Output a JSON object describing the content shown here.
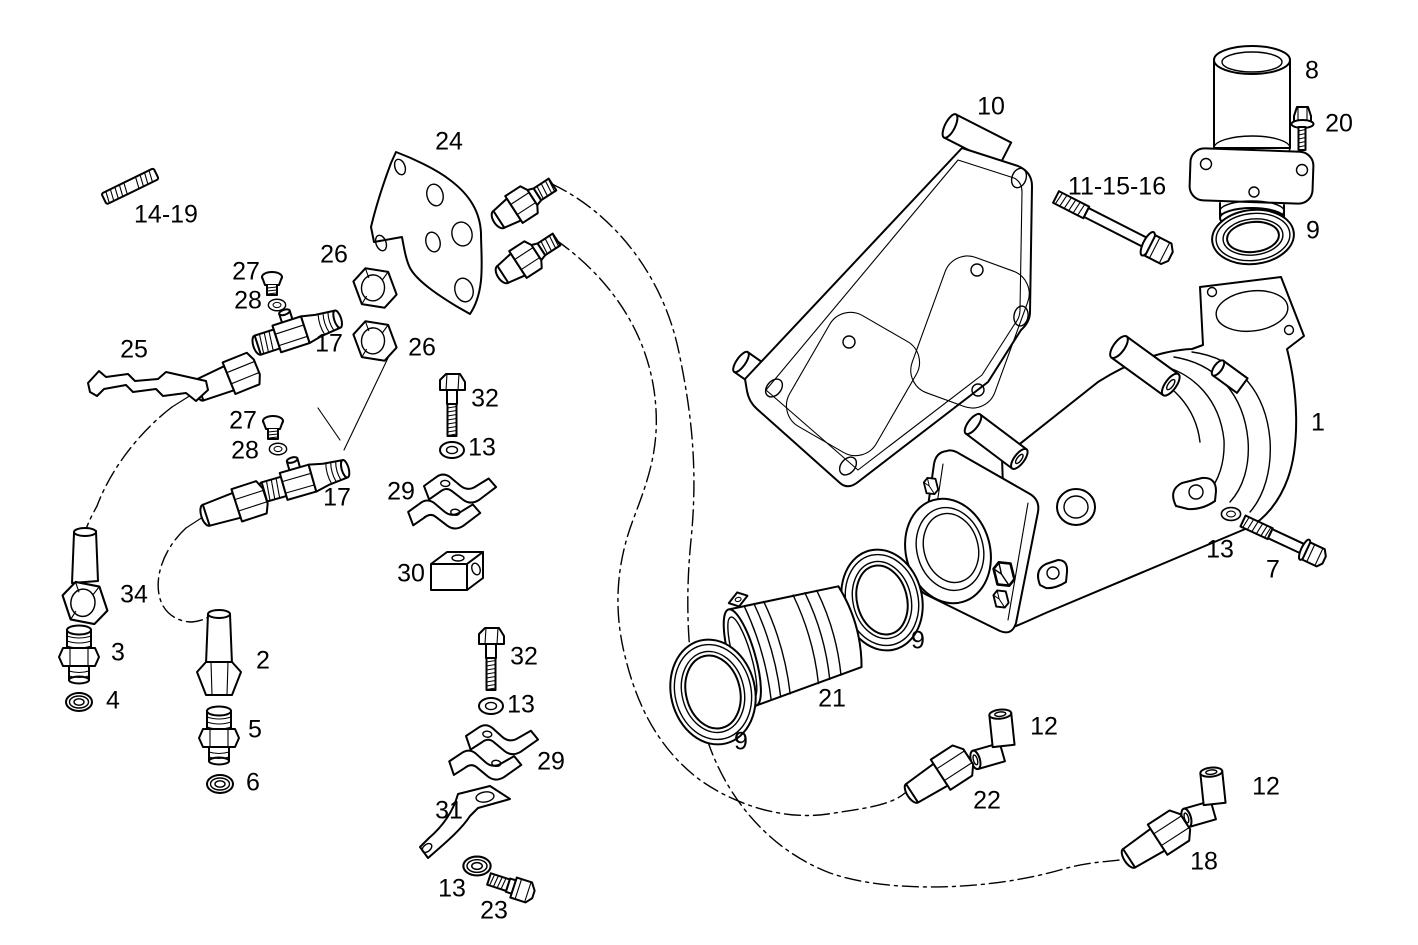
{
  "figure": {
    "type": "exploded-parts-diagram",
    "subject": "heat exchanger assembly with pipe fittings",
    "background_color": "#ffffff",
    "line_color": "#000000",
    "label_color": "#000000"
  },
  "callouts": {
    "c14_19": "14-19",
    "c24": "24",
    "c27a": "27",
    "c28a": "28",
    "c26a": "26",
    "c17a": "17",
    "c26b": "26",
    "c25": "25",
    "c27b": "27",
    "c28b": "28",
    "c17b": "17",
    "c34": "34",
    "c3": "3",
    "c4": "4",
    "c2": "2",
    "c5": "5",
    "c6": "6",
    "c32a": "32",
    "c13a": "13",
    "c29a": "29",
    "c30": "30",
    "c32b": "32",
    "c13b": "13",
    "c29b": "29",
    "c31": "31",
    "c13c": "13",
    "c23": "23",
    "c10": "10",
    "c11_15_16": "11-15-16",
    "c8": "8",
    "c20": "20",
    "c9a": "9",
    "c1": "1",
    "c13d": "13",
    "c7": "7",
    "c9b": "9",
    "c21": "21",
    "c9c": "9",
    "c12a": "12",
    "c22": "22",
    "c12b": "12",
    "c18": "18"
  }
}
